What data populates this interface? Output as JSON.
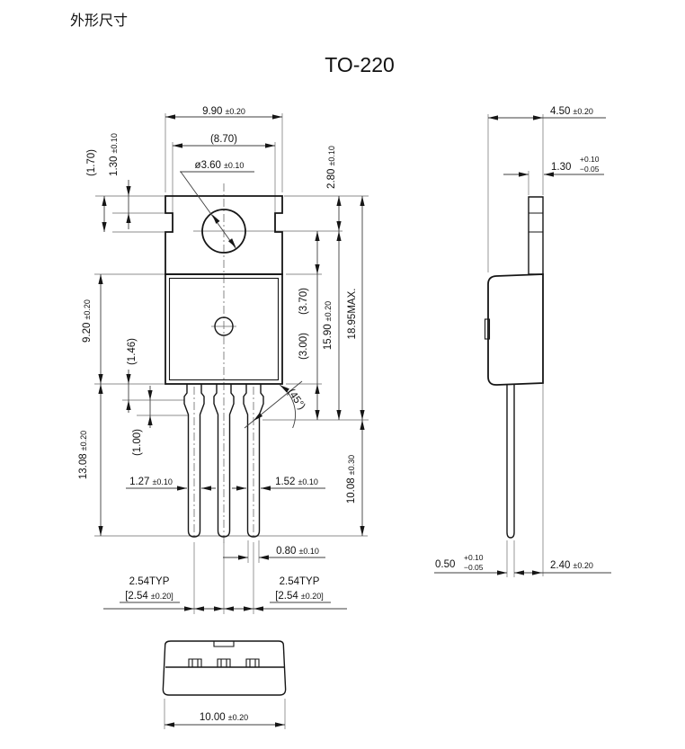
{
  "page": {
    "heading": "外形尺寸",
    "title": "TO-220"
  },
  "front": {
    "tab_width": {
      "v": "9.90",
      "t": "±0.20"
    },
    "inner_width": {
      "v": "(8.70)"
    },
    "hole_dia": {
      "v": "ø3.60",
      "t": "±0.10"
    },
    "notch_offset": {
      "v": "(1.70)"
    },
    "notch_height": {
      "v": "1.30",
      "t": "±0.10"
    },
    "body_height": {
      "v": "9.20",
      "t": "±0.20"
    },
    "shoulder": {
      "v": "(1.46)"
    },
    "hole_to_top": {
      "v": "2.80",
      "t": "±0.10"
    },
    "hole_to_body": {
      "v": "(3.70)"
    },
    "lead_root": {
      "v": "(3.00)"
    },
    "body_to_bend": {
      "v": "15.90",
      "t": "±0.20"
    },
    "total_height": {
      "v": "18.95MAX."
    },
    "lead_length": {
      "v": "13.08",
      "t": "±0.20"
    },
    "chamfer": {
      "v": "(1.00)"
    },
    "lead_width1": {
      "v": "1.27",
      "t": "±0.10"
    },
    "lead_width2": {
      "v": "1.52",
      "t": "±0.10"
    },
    "lead_tip_width": {
      "v": "0.80",
      "t": "±0.10"
    },
    "lead_free": {
      "v": "10.08",
      "t": "±0.30"
    },
    "pitch_typ": "2.54TYP",
    "pitch_bracket_v": "[2.54",
    "pitch_bracket_t": "±0.20]",
    "angle": "(45°)"
  },
  "side": {
    "body_depth": {
      "v": "4.50",
      "t": "±0.20"
    },
    "tab_thickness": {
      "v": "1.30",
      "up": "+0.10",
      "dn": "−0.05"
    },
    "lead_thickness": {
      "v": "0.50",
      "up": "+0.10",
      "dn": "−0.05"
    },
    "lead_offset": {
      "v": "2.40",
      "t": "±0.20"
    }
  },
  "bottom": {
    "package_width": {
      "v": "10.00",
      "t": "±0.20"
    }
  }
}
